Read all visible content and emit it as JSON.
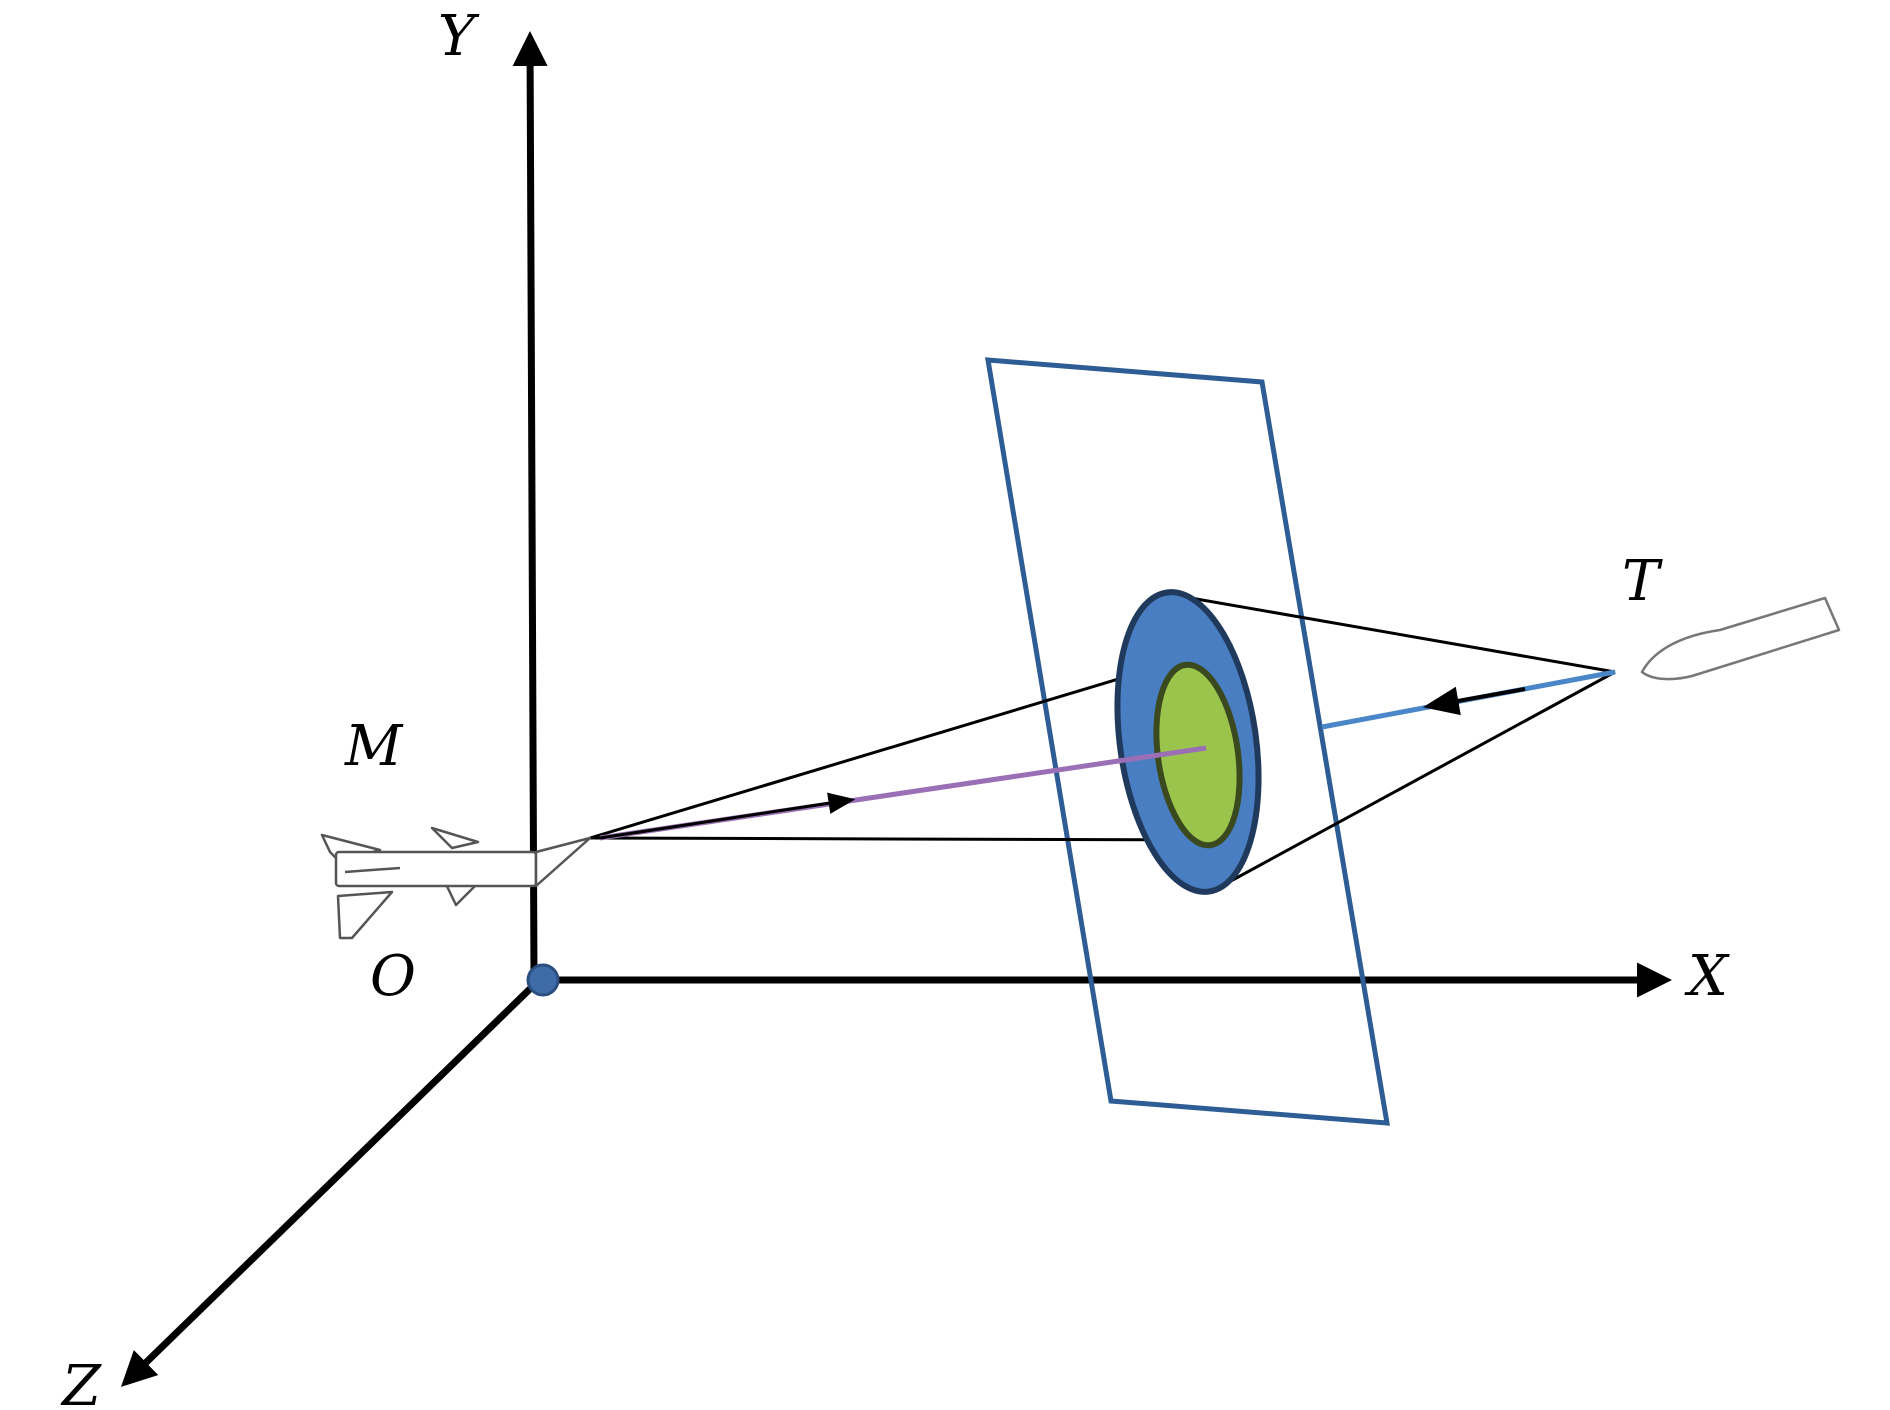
{
  "axes": {
    "x": "X",
    "y": "Y",
    "z": "Z",
    "origin": "O"
  },
  "points": {
    "missile": "M",
    "target": "T"
  },
  "colors": {
    "axis": "#000000",
    "plane": "#2E5C94",
    "ring": "#4A7EC2",
    "ring_outline": "#1F3A5C",
    "core": "#9BC44C",
    "core_outline": "#3A4A1E",
    "sight_line": "#9A6FB5",
    "target_ray": "#4A86C8",
    "origin_dot": "#3F6CA8"
  },
  "icons": [
    "missile-icon",
    "ship-icon",
    "origin-dot-icon"
  ]
}
